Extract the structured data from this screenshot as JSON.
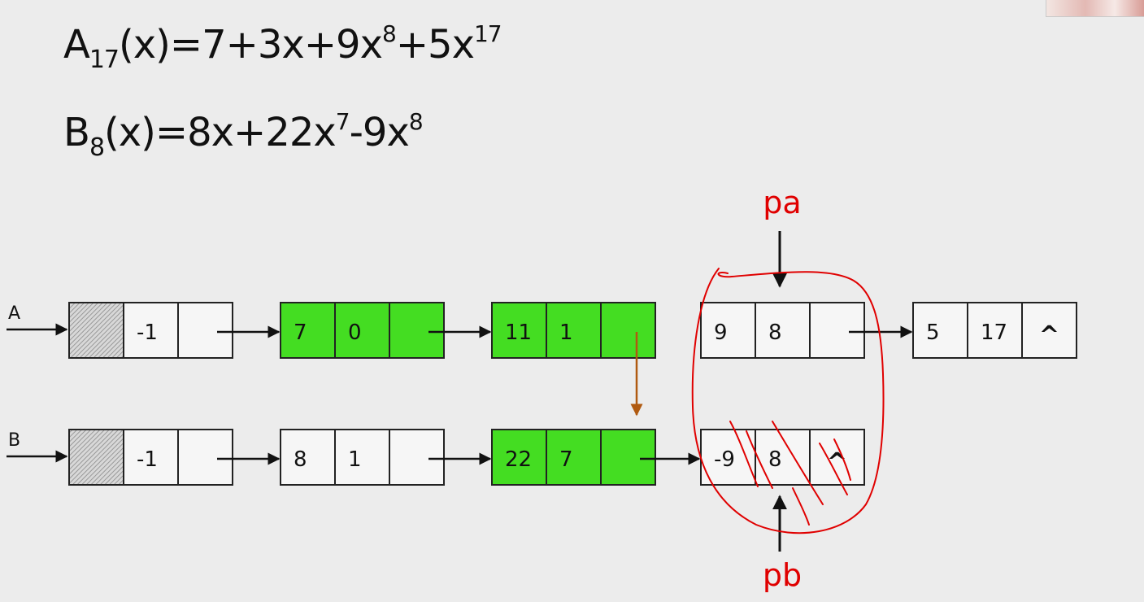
{
  "formulas": {
    "a": {
      "name": "A",
      "sub": "17",
      "args": "(x)=7+3x+9x",
      "exp1": "8",
      "mid": "+5x",
      "exp2": "17"
    },
    "b": {
      "name": "B",
      "sub": "8",
      "args": "(x)=8x+22x",
      "exp1": "7",
      "mid": "-9x",
      "exp2": "8"
    }
  },
  "lists": {
    "A": {
      "label": "A",
      "nodes": [
        {
          "coef": "",
          "exp": "-1",
          "head": true,
          "highlight": false
        },
        {
          "coef": "7",
          "exp": "0",
          "highlight": true
        },
        {
          "coef": "11",
          "exp": "1",
          "highlight": true
        },
        {
          "coef": "9",
          "exp": "8",
          "highlight": false
        },
        {
          "coef": "5",
          "exp": "17",
          "highlight": false,
          "next": "^"
        }
      ]
    },
    "B": {
      "label": "B",
      "nodes": [
        {
          "coef": "",
          "exp": "-1",
          "head": true,
          "highlight": false
        },
        {
          "coef": "8",
          "exp": "1",
          "highlight": false
        },
        {
          "coef": "22",
          "exp": "7",
          "highlight": true
        },
        {
          "coef": "-9",
          "exp": "8",
          "highlight": false,
          "next": "^"
        }
      ]
    }
  },
  "pointers": {
    "pa": "pa",
    "pb": "pb"
  },
  "colors": {
    "highlight": "#44dd22",
    "arrow": "#111111",
    "link_arrow": "#b05a10",
    "annotation": "#e00000",
    "hatch": "#9a9a9a"
  }
}
